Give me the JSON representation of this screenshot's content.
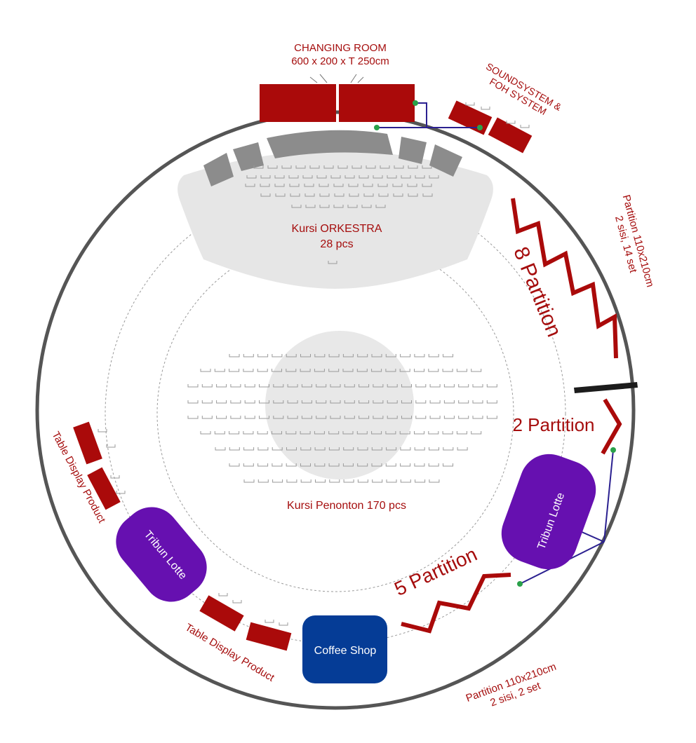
{
  "colors": {
    "red": "#aa0a0a",
    "purple": "#6610b0",
    "blue": "#053c96",
    "gray_block": "#8c8c8c",
    "stage_fill": "#e6e6e6",
    "ring": "#555555",
    "cable": "#2b2090",
    "node": "#2aa14a",
    "label_red": "#a50d0d"
  },
  "changing_room": {
    "line1": "CHANGING ROOM",
    "line2": "600 x 200 x T 250cm"
  },
  "soundsystem": {
    "line1": "SOUNDSYSTEM &",
    "line2": "FOH SYSTEM"
  },
  "orchestra": {
    "line1": "Kursi ORKESTRA",
    "line2": "28 pcs"
  },
  "audience": {
    "label": "Kursi Penonton 170 pcs"
  },
  "partition_right": {
    "line1": "Partition 110x210cm",
    "line2": "2 sisi, 14 set"
  },
  "partition_bottom": {
    "line1": "Partition 110x210cm",
    "line2": "2 sisi, 2 set"
  },
  "partition_counts": {
    "eight": "8 Partition",
    "two": "2 Partition",
    "five": "5 Partition"
  },
  "tribun": {
    "left": "Tribun Lotte",
    "right": "Tribun Lotte"
  },
  "coffee_shop": {
    "label": "Coffee Shop"
  },
  "table_display": {
    "left": "Table Display Product",
    "bottom": "Table Display Product"
  }
}
